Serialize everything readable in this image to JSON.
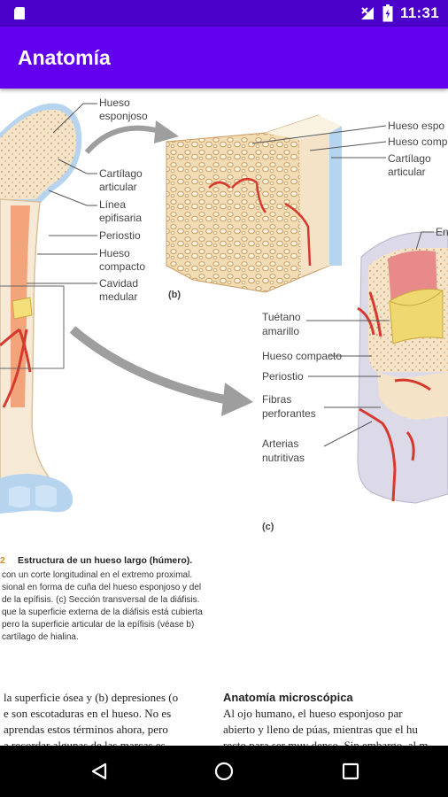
{
  "status_bar": {
    "time": "11:31",
    "icons": [
      "sd-card-icon",
      "signal-icon",
      "battery-icon"
    ]
  },
  "app_bar": {
    "title": "Anatomía"
  },
  "figure": {
    "humerus_labels": {
      "hueso_esponjoso": [
        "Hueso",
        "esponjoso"
      ],
      "cartilago_articular": [
        "Cartílago",
        "articular"
      ],
      "linea_epifisaria": [
        "Línea",
        "epifisaria"
      ],
      "periostio": "Periostio",
      "hueso_compacto": [
        "Hueso",
        "compacto"
      ],
      "cavidad_medular": [
        "Cavidad",
        "medular"
      ]
    },
    "panel_b": {
      "label": "(b)",
      "labels": {
        "hueso_esponjoso": "Hueso espo",
        "hueso_compacto": "Hueso comp",
        "cartilago_articular": [
          "Cartílago",
          "articular"
        ]
      }
    },
    "panel_c": {
      "label": "(c)",
      "labels": {
        "endostio": "En",
        "tuetano_amarillo": [
          "Tuétano",
          "amarillo"
        ],
        "hueso_compacto": "Hueso compacto",
        "periostio": "Periostio",
        "fibras_perforantes": [
          "Fibras",
          "perforantes"
        ],
        "arterias_nutritivas": [
          "Arterias",
          "nutritivas"
        ]
      }
    },
    "caption": {
      "number": "2",
      "title": "Estructura de un hueso largo (húmero).",
      "lines": [
        "con un corte longitudinal en el extremo proximal.",
        "sional en forma de cuña del hueso esponjoso y del",
        "de la epífisis. (c) Sección transversal de la diáfisis.",
        "que la superficie externa de la diáfisis está cubierta",
        "pero la superficie articular de la epífisis (véase b)",
        "cartílago de hialina."
      ]
    }
  },
  "body_text": {
    "left_column": [
      "la superficie ósea y (b) depresiones (o",
      "e son escotaduras en el hueso. No es",
      "aprendas estos términos ahora, pero",
      "a recordar algunas de las marcas es-"
    ],
    "right_column": {
      "heading": "Anatomía microscópica",
      "lines": [
        "Al ojo humano, el hueso esponjoso par",
        "abierto y lleno de púas, mientras que el hu",
        "recto para ser muy denso. Sin embargo, al m"
      ]
    }
  },
  "nav_bar": {
    "buttons": [
      "back",
      "home",
      "recents"
    ]
  }
}
